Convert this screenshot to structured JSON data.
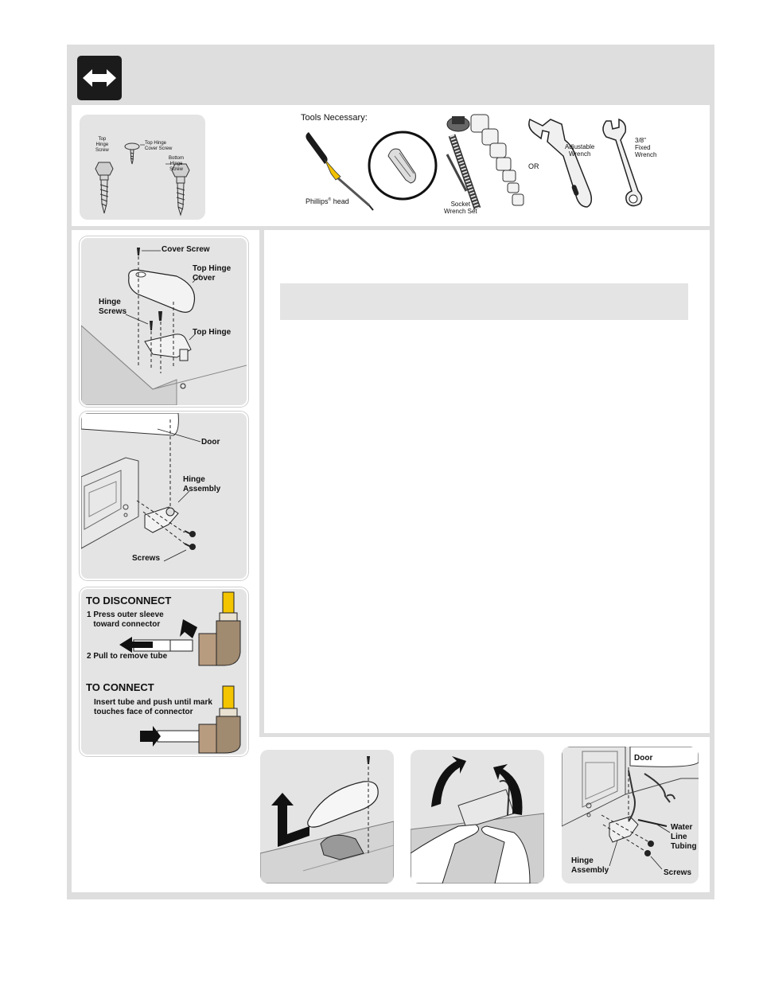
{
  "hardware": {
    "top_hinge_screw": "Top\nHinge\nScrew",
    "top_hinge_cover_screw": "Top Hinge\nCover Screw",
    "bottom_hinge_screw": "Bottom\nHinge\nScrew"
  },
  "tools": {
    "title": "Tools Necessary:",
    "phillips": "Phillips",
    "phillips_mark": "®",
    "phillips_suffix": "head",
    "socket": "Socket\nWrench Set",
    "or": "OR",
    "adjustable": "Adjustable\nWrench",
    "fixed": "3/8\"\nFixed\nWrench"
  },
  "top_hinge_diagram": {
    "cover_screw": "Cover Screw",
    "top_hinge_cover": "Top Hinge\nCover",
    "hinge_screws": "Hinge\nScrews",
    "top_hinge": "Top Hinge"
  },
  "bottom_hinge_diagram": {
    "door": "Door",
    "hinge_assembly": "Hinge\nAssembly",
    "screws": "Screws"
  },
  "connector": {
    "disconnect_title": "TO DISCONNECT",
    "step1": "1 Press outer sleeve\n   toward connector",
    "step2": "2 Pull to remove tube",
    "connect_title": "TO CONNECT",
    "connect_text": "Insert tube and push until mark\ntouches face of connector"
  },
  "water_line_diagram": {
    "door": "Door",
    "water_line_tubing": "Water\nLine\nTubing",
    "hinge_assembly": "Hinge\nAssembly",
    "screws": "Screws"
  },
  "colors": {
    "frame": "#dedede",
    "panel": "#e4e4e4",
    "icon_bg": "#1b1b1b",
    "screwdriver_yellow": "#f2c200",
    "tube_yellow": "#f3c400"
  }
}
